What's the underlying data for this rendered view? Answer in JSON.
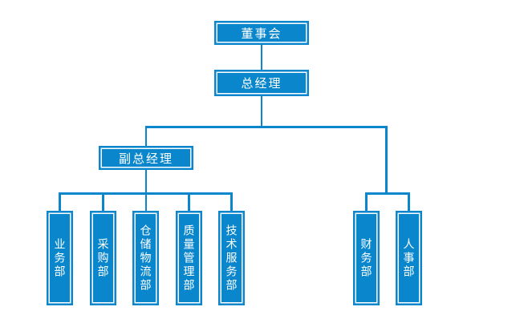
{
  "colors": {
    "accent": "#0a87cc",
    "node_text": "#ffffff",
    "canvas_background": "#ffffff"
  },
  "chart": {
    "type": "org-chart",
    "board": {
      "label": "董事会"
    },
    "general_manager": {
      "label": "总经理"
    },
    "deputy_general_manager": {
      "label": "副总经理"
    },
    "left_departments": [
      {
        "label": "业务部"
      },
      {
        "label": "采购部"
      },
      {
        "label": "仓储物流部"
      },
      {
        "label": "质量管理部"
      },
      {
        "label": "技术服务部"
      }
    ],
    "right_departments": [
      {
        "label": "财务部"
      },
      {
        "label": "人事部"
      }
    ]
  }
}
